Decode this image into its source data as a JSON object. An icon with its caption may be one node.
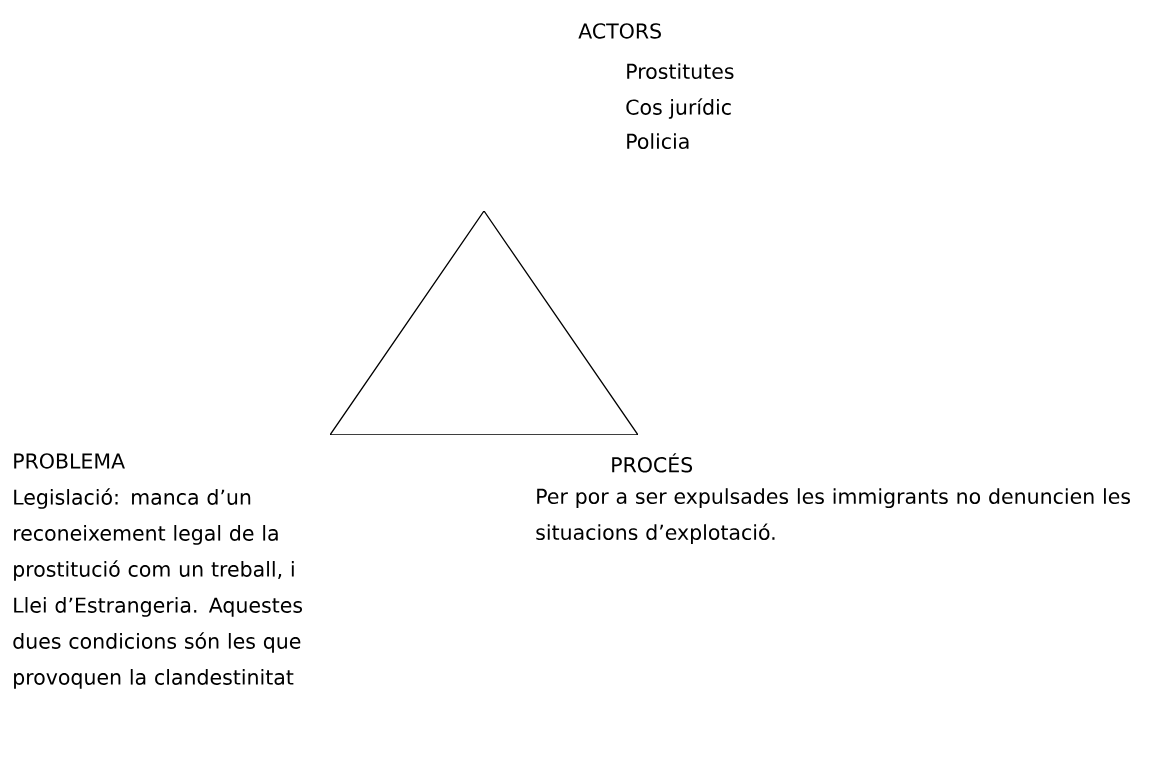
{
  "diagram": {
    "nodes": [
      {
        "text": [],
        "shape": "triangle"
      }
    ],
    "labels": [
      "ACTORS",
      "Prostitutes",
      "Cos jurídic",
      "Policia",
      "PROBLEMA",
      "Legislació: manca d’un reconeixement legal de la prostitució com un treball, i Llei d’Estrangeria. Aquestes dues condicions són les que provoquen la clandestinitat",
      "PROCÉS",
      "Per por a ser expulsades les immigrants no denuncien les situacions d’explotació."
    ]
  }
}
